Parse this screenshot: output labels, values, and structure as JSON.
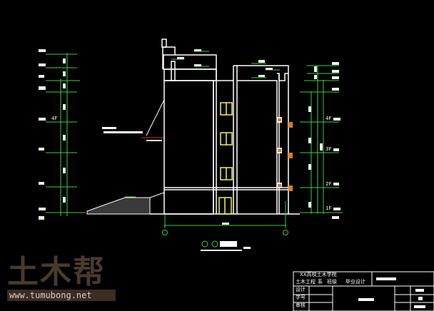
{
  "colors": {
    "background": "#000000",
    "outline": "#ffffff",
    "dimension": "#3ccf3c",
    "window": "#f2f25a",
    "fixture": "#e07a20",
    "watermark": "#4a3a2e"
  },
  "watermark": {
    "logo": "土木帮",
    "url": "www.tumubong.net"
  },
  "floor_marks": {
    "left": "4F",
    "right": [
      "4F",
      "3F",
      "2F",
      "1F"
    ]
  },
  "title_block": {
    "school": "XX高校土木学院",
    "dept": "土木工程",
    "dept_suffix": "系",
    "class_label": "班级",
    "thesis": "毕业设计",
    "rows": [
      "设计",
      "学号",
      "审核"
    ]
  }
}
